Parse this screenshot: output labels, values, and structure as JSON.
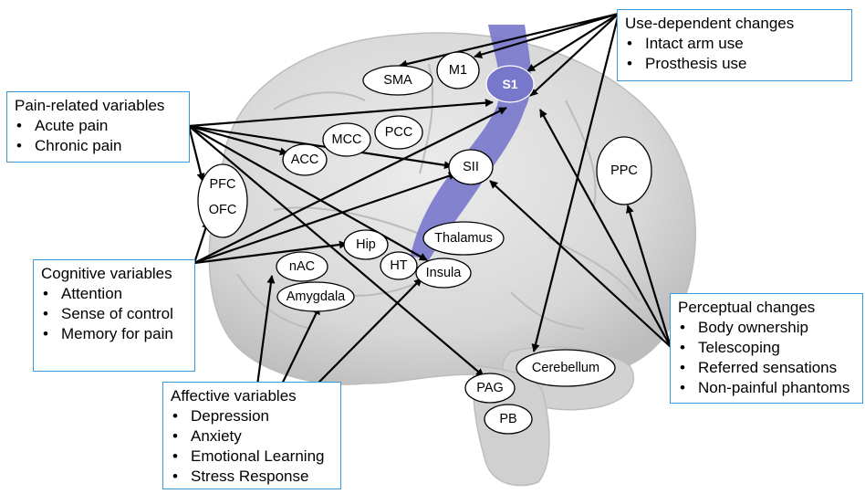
{
  "boxes": {
    "use_dependent": {
      "title": "Use-dependent changes",
      "items": [
        "Intact arm use",
        "Prosthesis use"
      ]
    },
    "pain_related": {
      "title": "Pain-related variables",
      "items": [
        "Acute pain",
        "Chronic pain"
      ]
    },
    "cognitive": {
      "title": "Cognitive variables",
      "items": [
        "Attention",
        "Sense of control",
        "Memory for pain"
      ]
    },
    "affective": {
      "title": "Affective variables",
      "items": [
        "Depression",
        "Anxiety",
        "Emotional Learning",
        "Stress Response"
      ]
    },
    "perceptual": {
      "title": "Perceptual changes",
      "items": [
        "Body ownership",
        "Telescoping",
        "Referred sensations",
        "Non-painful phantoms"
      ]
    }
  },
  "regions": {
    "sma": "SMA",
    "m1": "M1",
    "s1": "S1",
    "mcc": "MCC",
    "pcc": "PCC",
    "acc": "ACC",
    "sii": "SII",
    "pfc": "PFC",
    "ofc": "OFC",
    "ppc": "PPC",
    "hip": "Hip",
    "thalamus": "Thalamus",
    "nac": "nAC",
    "ht": "HT",
    "insula": "Insula",
    "amygdala": "Amygdala",
    "cerebellum": "Cerebellum",
    "pag": "PAG",
    "pb": "PB"
  },
  "colors": {
    "box_border": "#3a9ad9",
    "s1_strip": "#7777cc",
    "brain": "#d9d9d9",
    "arrow": "#000000"
  }
}
